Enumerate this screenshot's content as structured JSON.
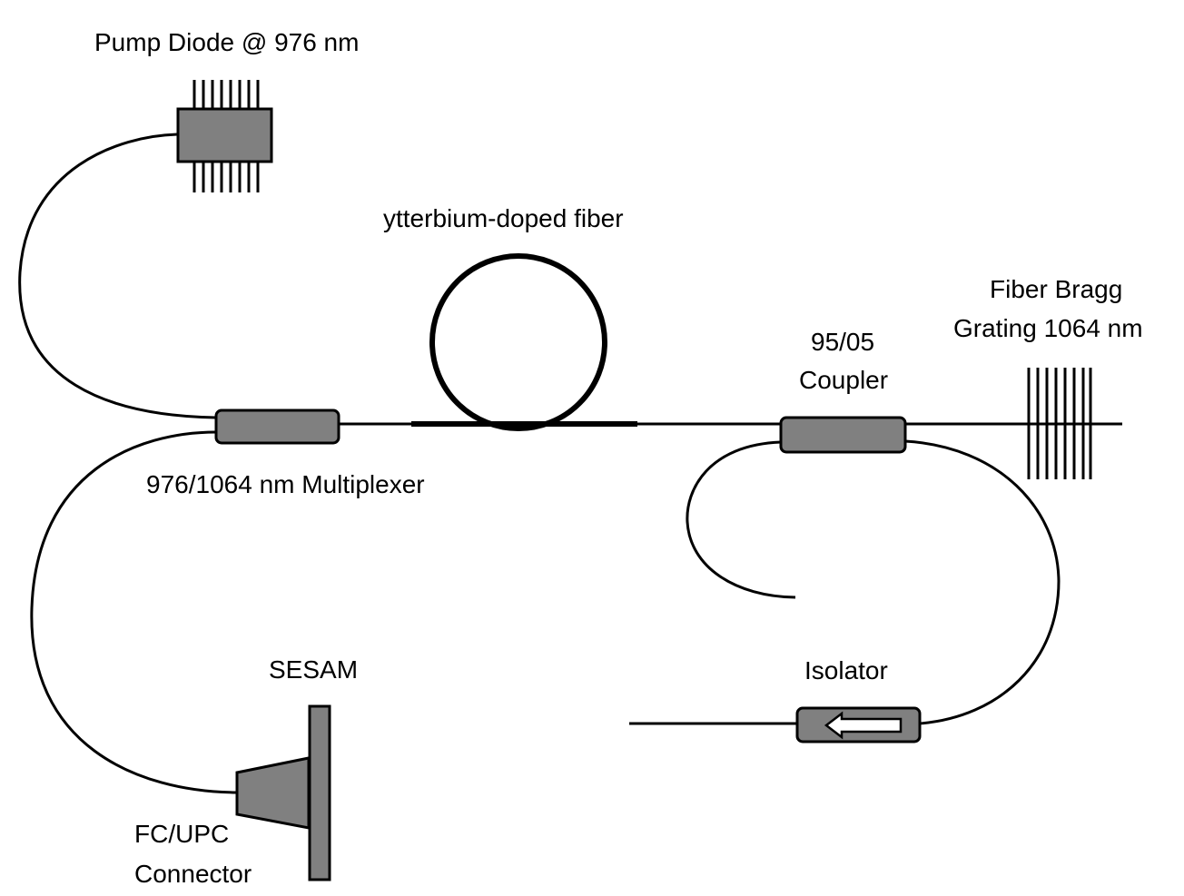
{
  "labels": {
    "pump": "Pump Diode @ 976 nm",
    "ybfiber": "ytterbium-doped fiber",
    "fbg_line1": "Fiber Bragg",
    "fbg_line2": "Grating 1064 nm",
    "coupler_line1": "95/05",
    "coupler_line2": "Coupler",
    "mux": "976/1064 nm Multiplexer",
    "sesam": "SESAM",
    "isolator": "Isolator",
    "connector_line1": "FC/UPC",
    "connector_line2": "Connector"
  },
  "colors": {
    "component_fill": "#808080",
    "line": "#000000",
    "background": "#ffffff"
  }
}
